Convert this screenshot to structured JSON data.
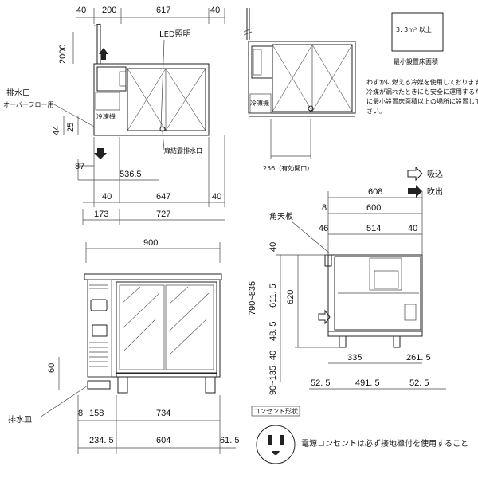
{
  "top_view": {
    "dims_top": [
      "40",
      "200",
      "617",
      "40"
    ],
    "height_2000": "2000",
    "led_label": "LED照明",
    "drain_label": "排水口",
    "overflow_label": "オーバーフロー用",
    "dim_44": "44",
    "dim_25": "25",
    "freezer_label": "冷凍機",
    "dew_drain_label": "扉結露排水口",
    "dim_87": "87",
    "dim_5365": "536.5",
    "dims_row2": [
      "40",
      "647",
      "40"
    ],
    "dims_row3": [
      "173",
      "727"
    ]
  },
  "side_view": {
    "freezer_label": "冷凍機",
    "dim_256": "256（有効開口）"
  },
  "area_box": {
    "value": "3. 3m² 以上",
    "title": "最小設置床面積",
    "note_lines": [
      "わずかに燃える冷媒を使用しております。",
      "冷媒が漏れたときにも安全に運用するため",
      "に最小設置床面積以上の場所に設置してくだ",
      "さい。"
    ]
  },
  "legend": {
    "intake": "吸込",
    "exhaust": "吹出"
  },
  "front_view": {
    "width_900": "900",
    "dim_60": "60",
    "drip_tray_label": "排水皿",
    "dims_row1": [
      "8",
      "158",
      "734"
    ],
    "dims_row2": [
      "234. 5",
      "604",
      "61. 5"
    ]
  },
  "right_view": {
    "dim_608": "608",
    "corner_label": "角天板",
    "dims_row_a": [
      "8",
      "600"
    ],
    "dims_row_b": [
      "46",
      "514",
      "40"
    ],
    "vert_total": "790~835",
    "vert_dims": [
      "40",
      "611. 5",
      "620",
      "48. 5",
      "40"
    ],
    "leg_range": "90~135",
    "dims_bottom1": [
      "335",
      "261. 5"
    ],
    "dims_bottom2": [
      "52. 5",
      "491. 5",
      "52. 5"
    ]
  },
  "outlet": {
    "title": "コンセント形状",
    "note": "電源コンセントは必ず接地極付を使用すること"
  }
}
